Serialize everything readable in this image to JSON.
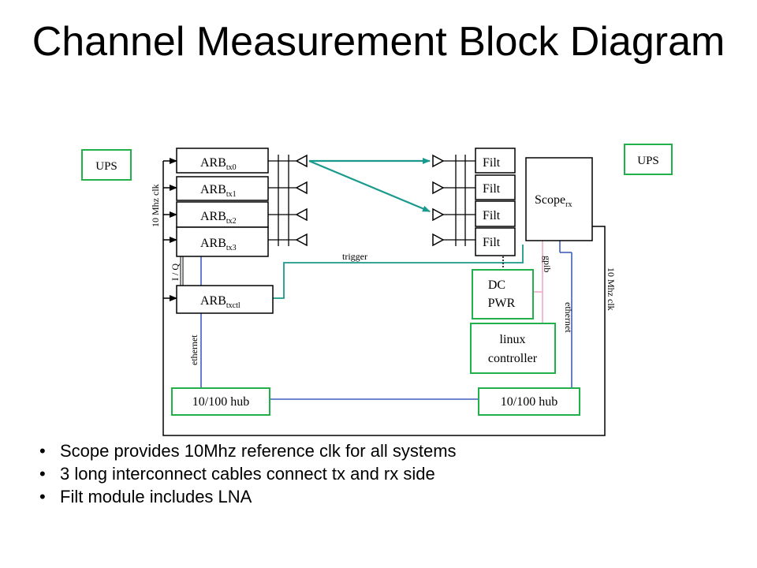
{
  "title": "Channel Measurement Block Diagram",
  "diagram": {
    "ups_left": "UPS",
    "ups_right": "UPS",
    "arb_main": "ARB",
    "arb_subs": [
      "tx0",
      "tx1",
      "tx2",
      "tx3"
    ],
    "arb_ctl_sub": "txctl",
    "filt_labels": [
      "Filt",
      "Filt",
      "Filt",
      "Filt"
    ],
    "scope_main": "Scope",
    "scope_sub": "rx",
    "dc_pwr": [
      "DC",
      "PWR"
    ],
    "linux_controller": [
      "linux",
      "controller"
    ],
    "hub_left": "10/100 hub",
    "hub_right": "10/100 hub",
    "trigger_label": "trigger",
    "clk_left_label": "10 Mhz clk",
    "clk_right_label": "10 Mhz clk",
    "io_label": "I / Q",
    "ethernet_left": "ethernet",
    "ethernet_right": "ethernet",
    "gpib_label": "gpib",
    "colors": {
      "green": "#22b04a",
      "teal": "#1a9a8c",
      "blue": "#3e5fbf",
      "pink": "#f0a8c8"
    }
  },
  "bullets": [
    "Scope provides 10Mhz reference clk for all systems",
    "3 long interconnect cables connect tx and rx side",
    "Filt module includes LNA"
  ]
}
